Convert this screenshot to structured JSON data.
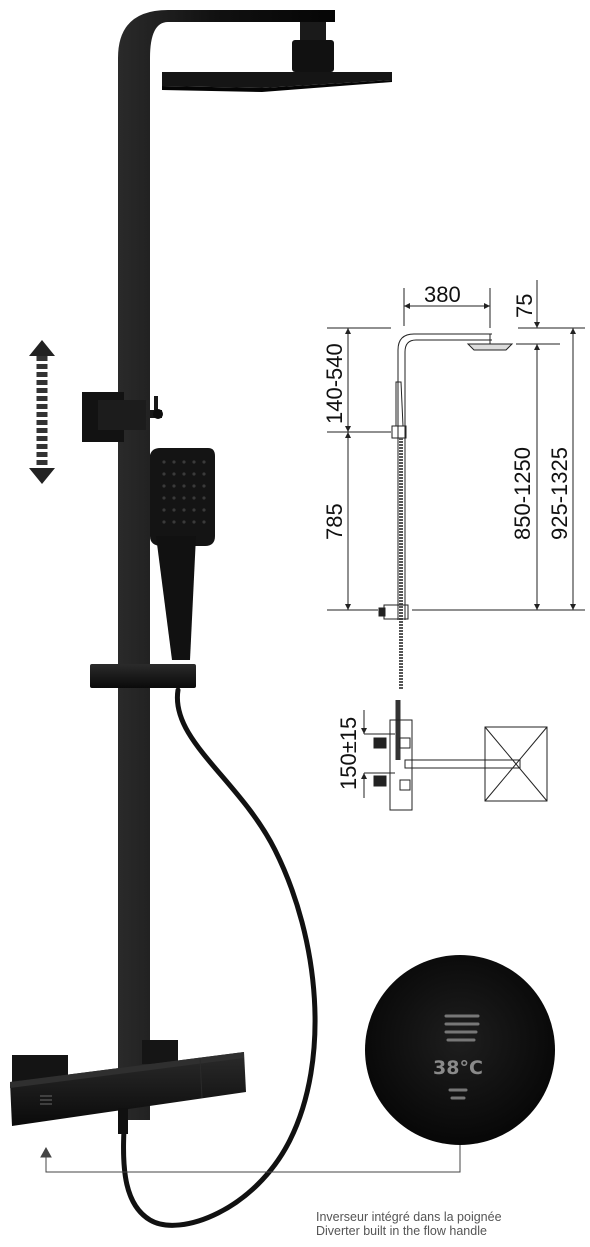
{
  "dimensions": {
    "head_projection": "380",
    "head_thickness": "75",
    "upper_range": "140-540",
    "slide_height": "785",
    "outlet_range": "850-1250",
    "total_range": "925-1325",
    "inlet_spacing": "150±15"
  },
  "thermostat_display": "38°C",
  "caption": {
    "fr": "Inverseur intégré dans la poignée",
    "en": "Diverter built in the flow handle"
  },
  "colors": {
    "product": "#141414",
    "line_drawing": "#2a2a2a",
    "background": "#ffffff"
  }
}
